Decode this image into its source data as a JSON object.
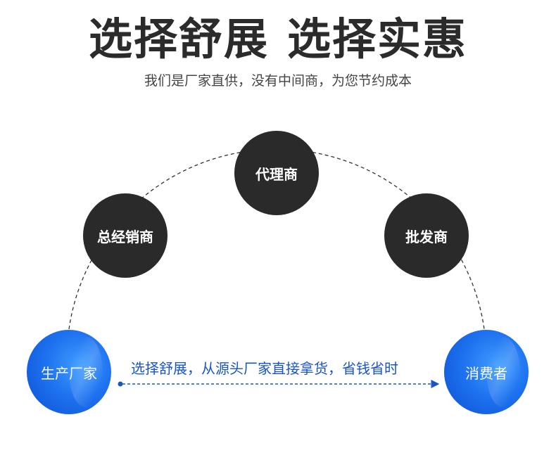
{
  "header": {
    "title_part1": "选择舒展",
    "title_part2": "选择实惠",
    "subtitle": "我们是厂家直供，没有中间商，为您节约成本"
  },
  "nodes": {
    "manufacturer": "生产厂家",
    "general_distributor": "总经销商",
    "agent": "代理商",
    "wholesaler": "批发商",
    "consumer": "消费者"
  },
  "direct_path": {
    "label": "选择舒展，从源头厂家直接拿货，省钱省时"
  },
  "colors": {
    "dark_node": "#2a2a2a",
    "blue_node": "#1f73f0",
    "arrow": "#1a55c8",
    "title": "#2b2b2b"
  }
}
